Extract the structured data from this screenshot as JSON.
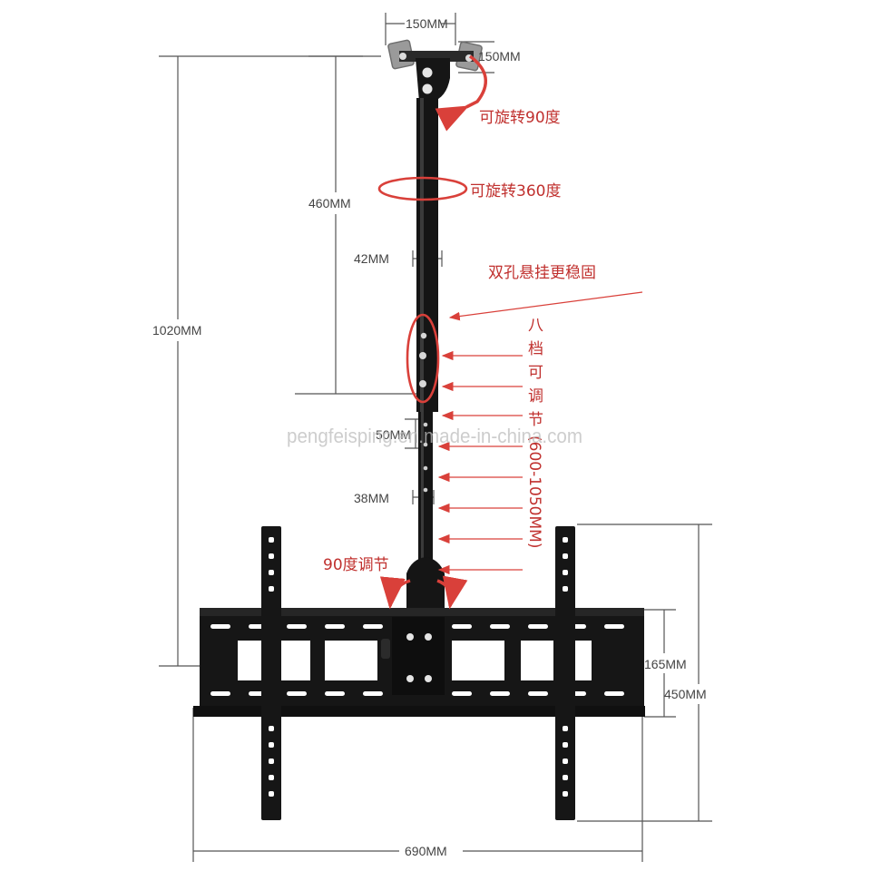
{
  "dimensions": {
    "top_width": "150MM",
    "top_height": "150MM",
    "upper_length": "460MM",
    "pole_diameter": "42MM",
    "hole_spacing": "50MM",
    "lower_diameter": "38MM",
    "total_height": "1020MM",
    "frame_height": "165MM",
    "bracket_height": "450MM",
    "bracket_width": "690MM"
  },
  "annotations": {
    "rotate_90": "可旋转90度",
    "rotate_360": "可旋转360度",
    "double_hole": "双孔悬挂更稳固",
    "adjust_90": "90度调节",
    "eight_levels_chars": [
      "八",
      "档",
      "可",
      "调",
      "节"
    ],
    "range_text": "(600-1050MM)"
  },
  "watermark": "pengfeisping.en.made-in-china.com",
  "colors": {
    "accent": "#d9403a",
    "metal": "#141414",
    "plate": "#9a9a9a",
    "line": "#555555"
  }
}
